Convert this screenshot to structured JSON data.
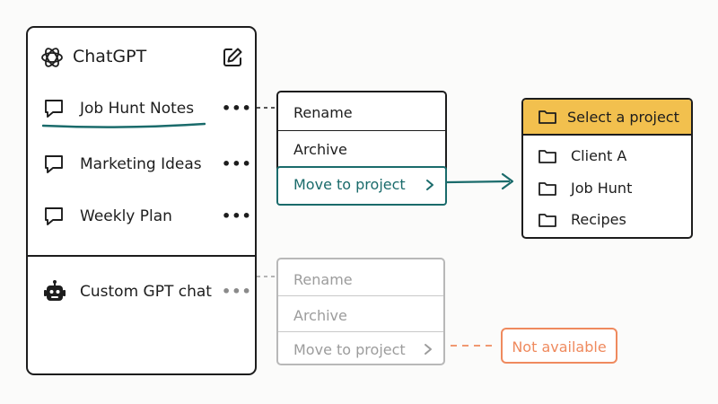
{
  "sidebar": {
    "title": "ChatGPT",
    "items": [
      {
        "label": "Job Hunt Notes",
        "icon": "chat-bubble-icon",
        "more": "•••"
      },
      {
        "label": "Marketing Ideas",
        "icon": "chat-bubble-icon",
        "more": "•••"
      },
      {
        "label": "Weekly Plan",
        "icon": "chat-bubble-icon",
        "more": "•••"
      },
      {
        "label": "Custom GPT chat",
        "icon": "robot-icon",
        "more": "•••"
      }
    ]
  },
  "menu_chat": {
    "items": [
      "Rename",
      "Archive",
      "Move to project"
    ]
  },
  "menu_custom_gpt": {
    "items": [
      "Rename",
      "Archive",
      "Move to project"
    ]
  },
  "project_panel": {
    "title": "Select a project",
    "projects": [
      "Client A",
      "Job Hunt",
      "Recipes"
    ]
  },
  "badge": "Not available",
  "colors": {
    "accent_teal": "#1a6b6b",
    "warning_orange": "#ef8a5e",
    "header_yellow": "#f2c04e",
    "disabled_gray": "#9c9c9c"
  }
}
